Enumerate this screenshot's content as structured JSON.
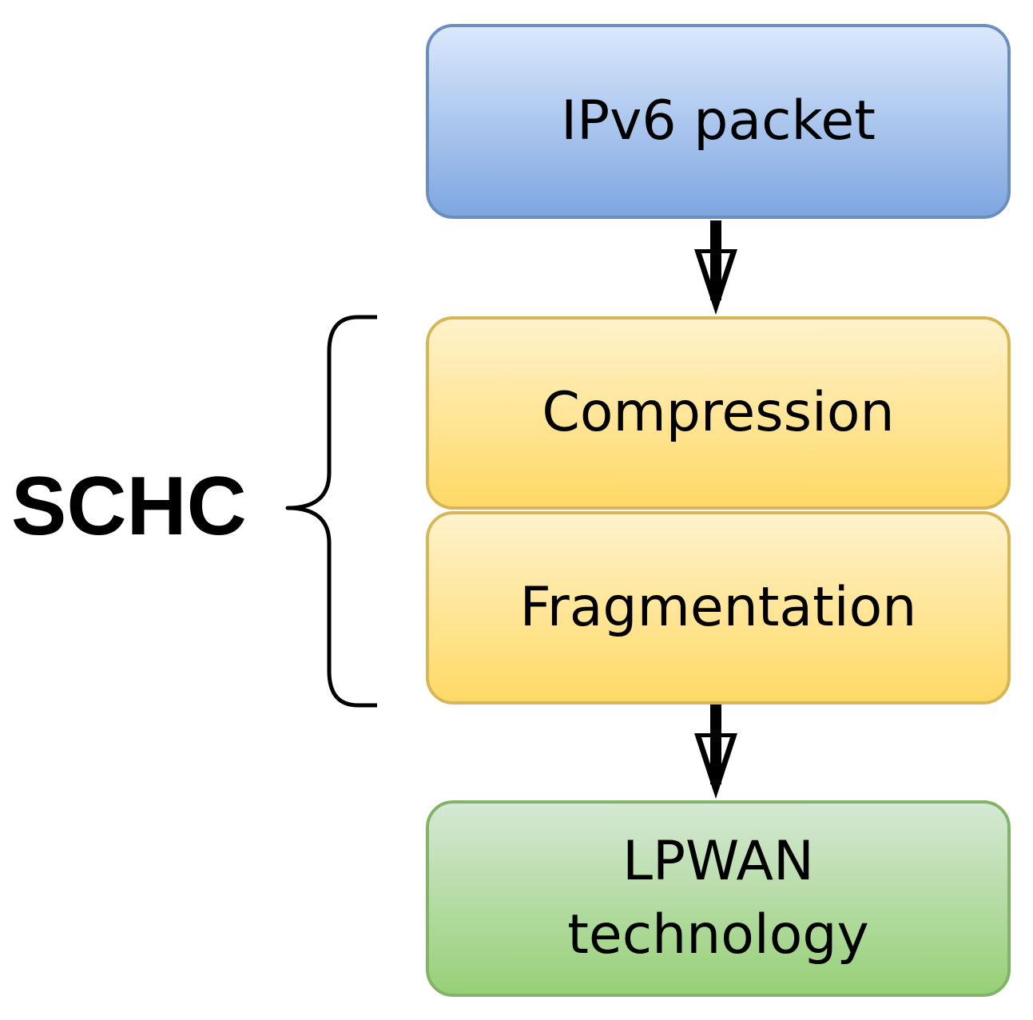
{
  "diagram": {
    "nodes": [
      {
        "id": "ipv6",
        "lines": [
          "IPv6 packet"
        ],
        "fill": "#dae8fc",
        "stroke": "#6c8ebf"
      },
      {
        "id": "compression",
        "lines": [
          "Compression"
        ],
        "fill": "#fff2cc",
        "stroke": "#d6b656"
      },
      {
        "id": "fragmentation",
        "lines": [
          "Fragmentation"
        ],
        "fill": "#fff2cc",
        "stroke": "#d6b656"
      },
      {
        "id": "lpwan",
        "lines": [
          "LPWAN",
          "technology"
        ],
        "fill": "#d5e8d4",
        "stroke": "#82b366"
      }
    ],
    "edges": [
      {
        "from": "ipv6",
        "to": "compression"
      },
      {
        "from": "fragmentation",
        "to": "lpwan"
      }
    ],
    "group": {
      "label": "SCHC",
      "members": [
        "compression",
        "fragmentation"
      ]
    }
  }
}
